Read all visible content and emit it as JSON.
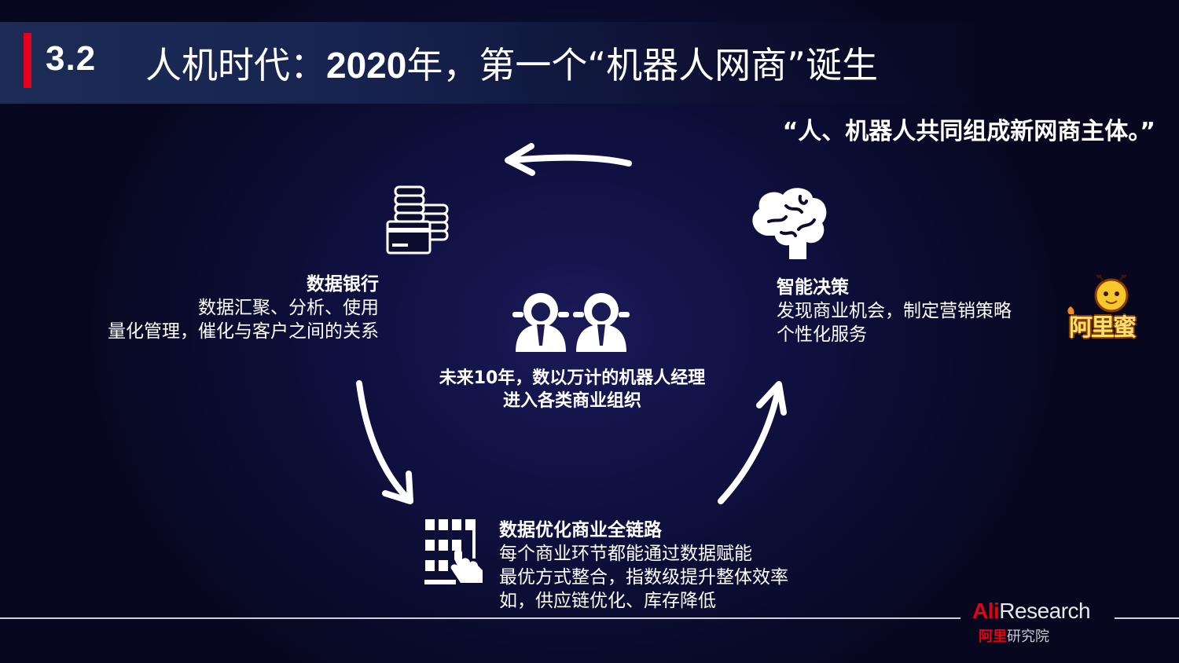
{
  "header": {
    "section_number": "3.2",
    "title_prefix": "人机时代：",
    "title_year": "2020",
    "title_suffix": "年，第一个“机器人网商”诞生"
  },
  "quote": "“人、机器人共同组成新网商主体。”",
  "nodes": {
    "data_bank": {
      "heading": "数据银行",
      "lines": [
        "数据汇聚、分析、使用",
        "量化管理，催化与客户之间的关系"
      ]
    },
    "smart_decision": {
      "heading": "智能决策",
      "lines": [
        "发现商业机会，制定营销策略",
        "个性化服务"
      ]
    },
    "data_optimization": {
      "heading": "数据优化商业全链路",
      "lines": [
        "每个商业环节都能通过数据赋能",
        "最优方式整合，指数级提升整体效率",
        "如，供应链优化、库存降低"
      ]
    }
  },
  "center": {
    "line1": "未来10年，数以万计的机器人经理",
    "line2": "进入各类商业组织"
  },
  "icons": {
    "data_bank": "coins-and-card-icon",
    "smart_decision": "brain-icon",
    "data_optimization": "touch-grid-icon",
    "center": "two-managers-icon",
    "arrows": "cycle-arrow-icon"
  },
  "mascot": {
    "text": "阿里蜜"
  },
  "logo": {
    "brand_red": "Ali",
    "brand_rest": "Research",
    "cn_red": "阿里",
    "cn_rest": "研究院"
  },
  "colors": {
    "accent_red": "#e5001e",
    "background": "#0b0c2e",
    "text": "#ffffff"
  }
}
